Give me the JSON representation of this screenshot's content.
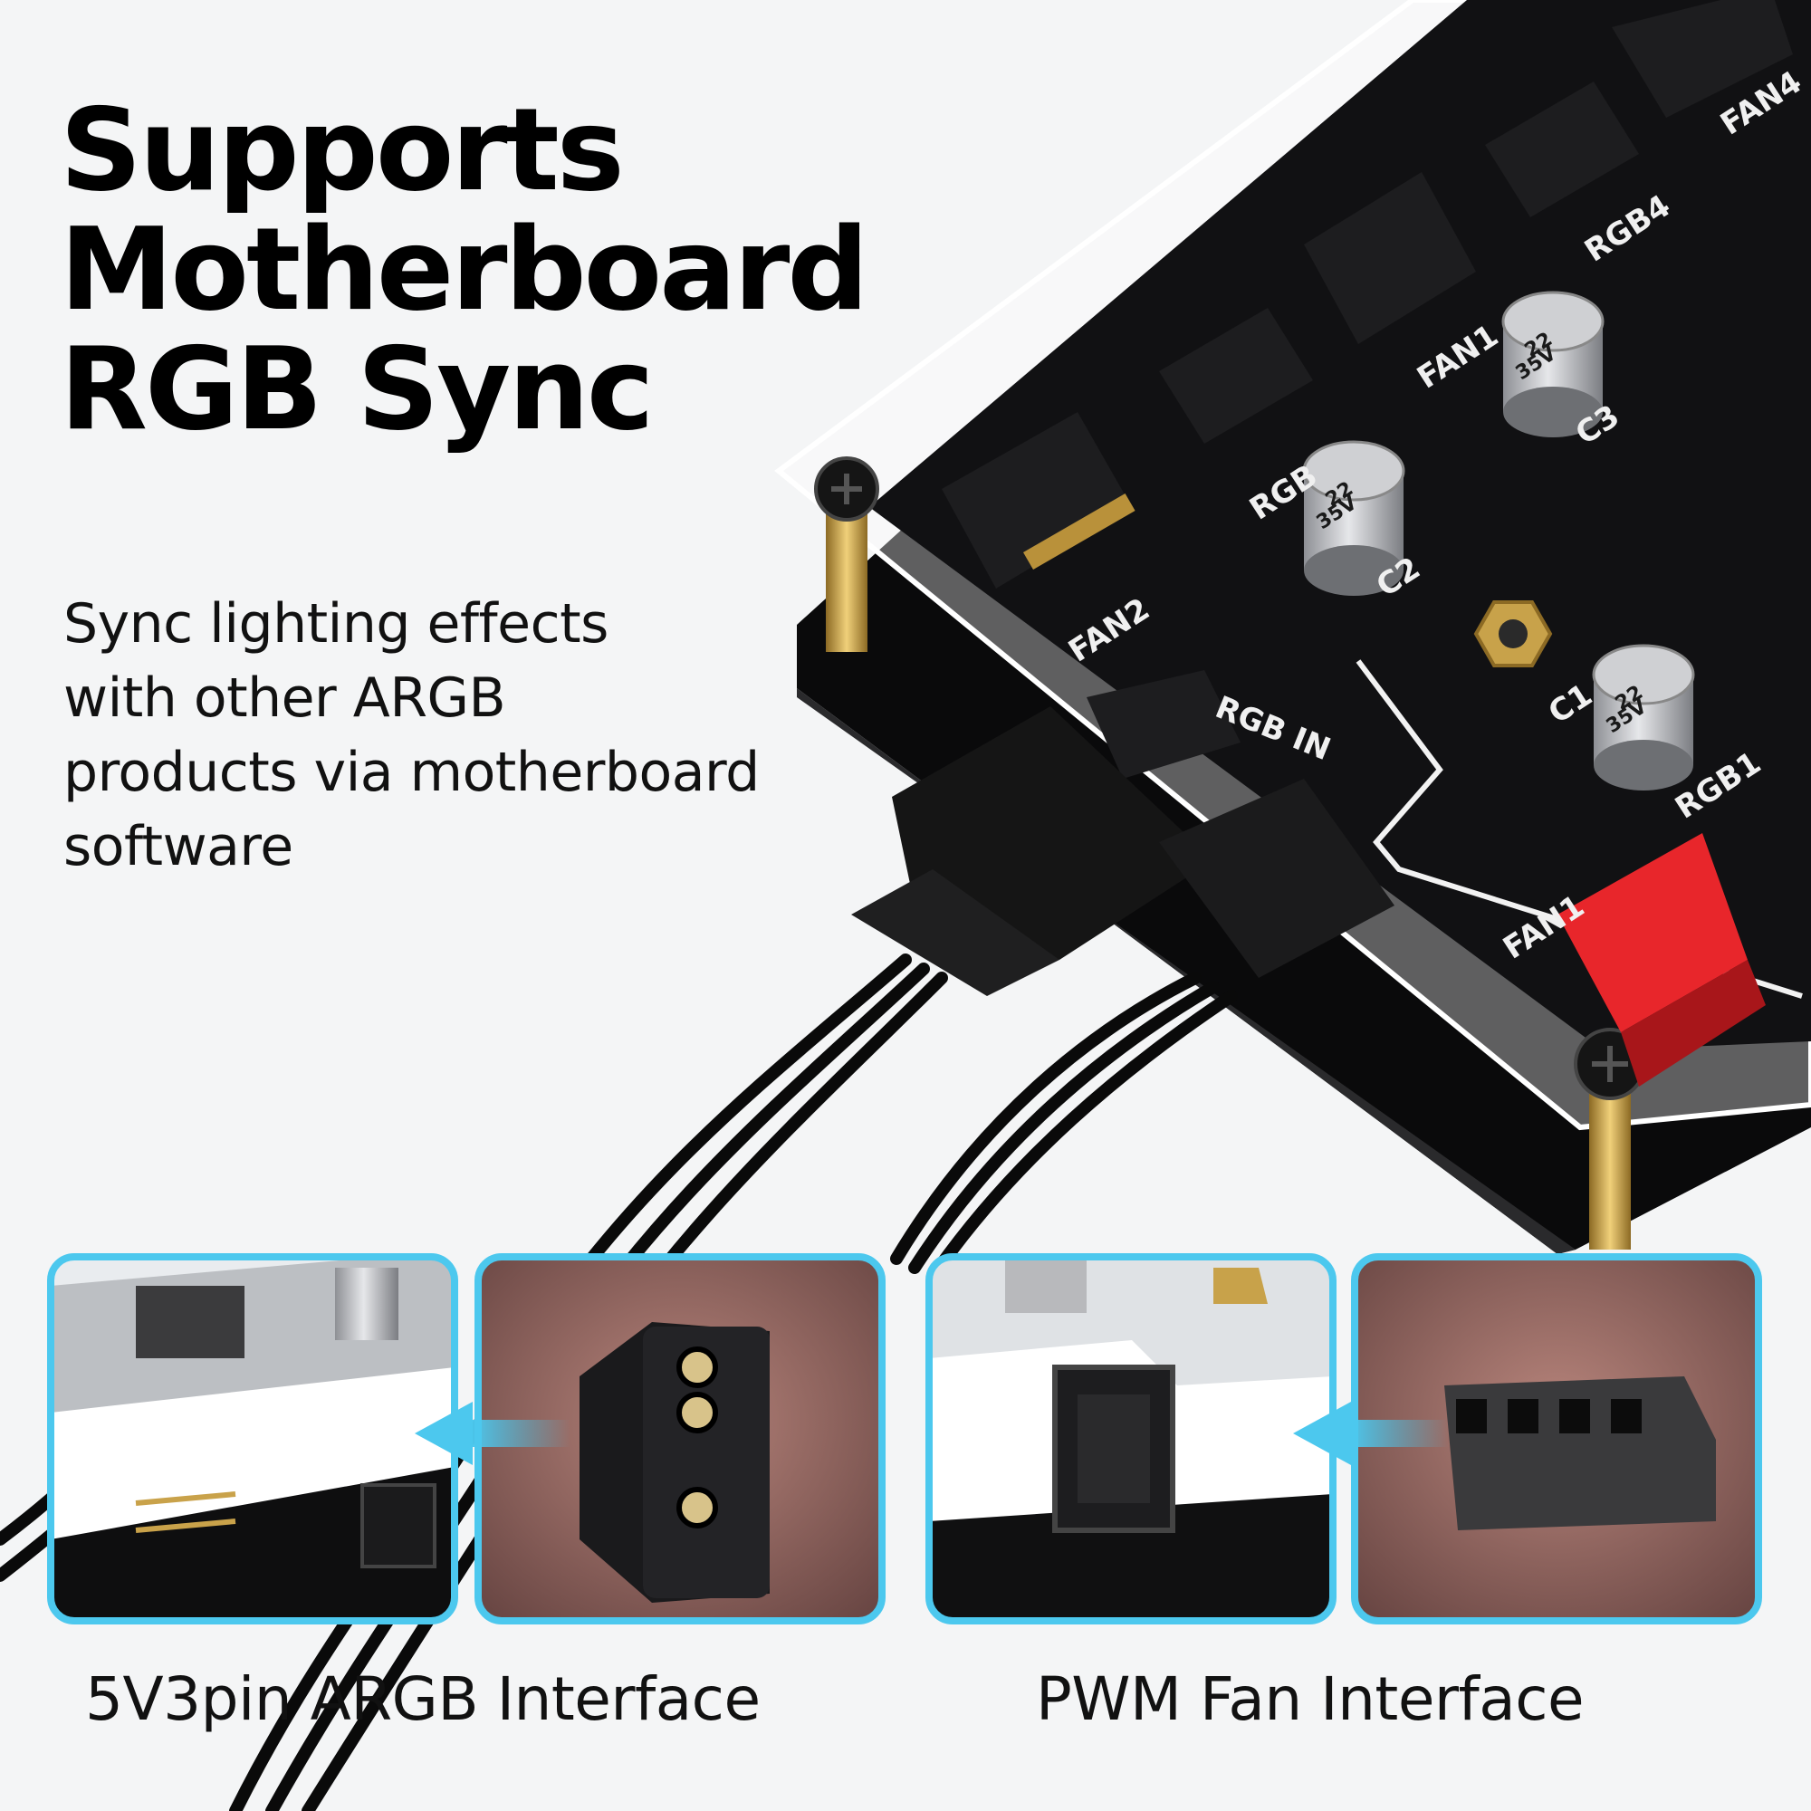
{
  "headline": {
    "line1": "Supports",
    "line2": "Motherboard",
    "line3": "RGB Sync"
  },
  "description": {
    "line1": "Sync lighting effects",
    "line2": "with other ARGB",
    "line3": "products via motherboard",
    "line4": "software"
  },
  "board_labels": {
    "fan1": "FAN1",
    "fan2": "FAN2",
    "fan4": "FAN4",
    "rgb1": "RGB1",
    "rgb4": "RGB4",
    "rgb": "RGB",
    "rgb_in": "RGB IN",
    "c1": "C1",
    "c2": "C2",
    "c3": "C3",
    "cap_value_1": "22",
    "cap_value_2": "35V"
  },
  "captions": {
    "argb": "5V3pin ARGB Interface",
    "pwm": "PWM Fan Interface"
  },
  "colors": {
    "accent_frame": "#4cc8ee",
    "board": "#0b0b0c",
    "connector_red": "#e8262b",
    "standoff_brass": "#c8a24a"
  }
}
